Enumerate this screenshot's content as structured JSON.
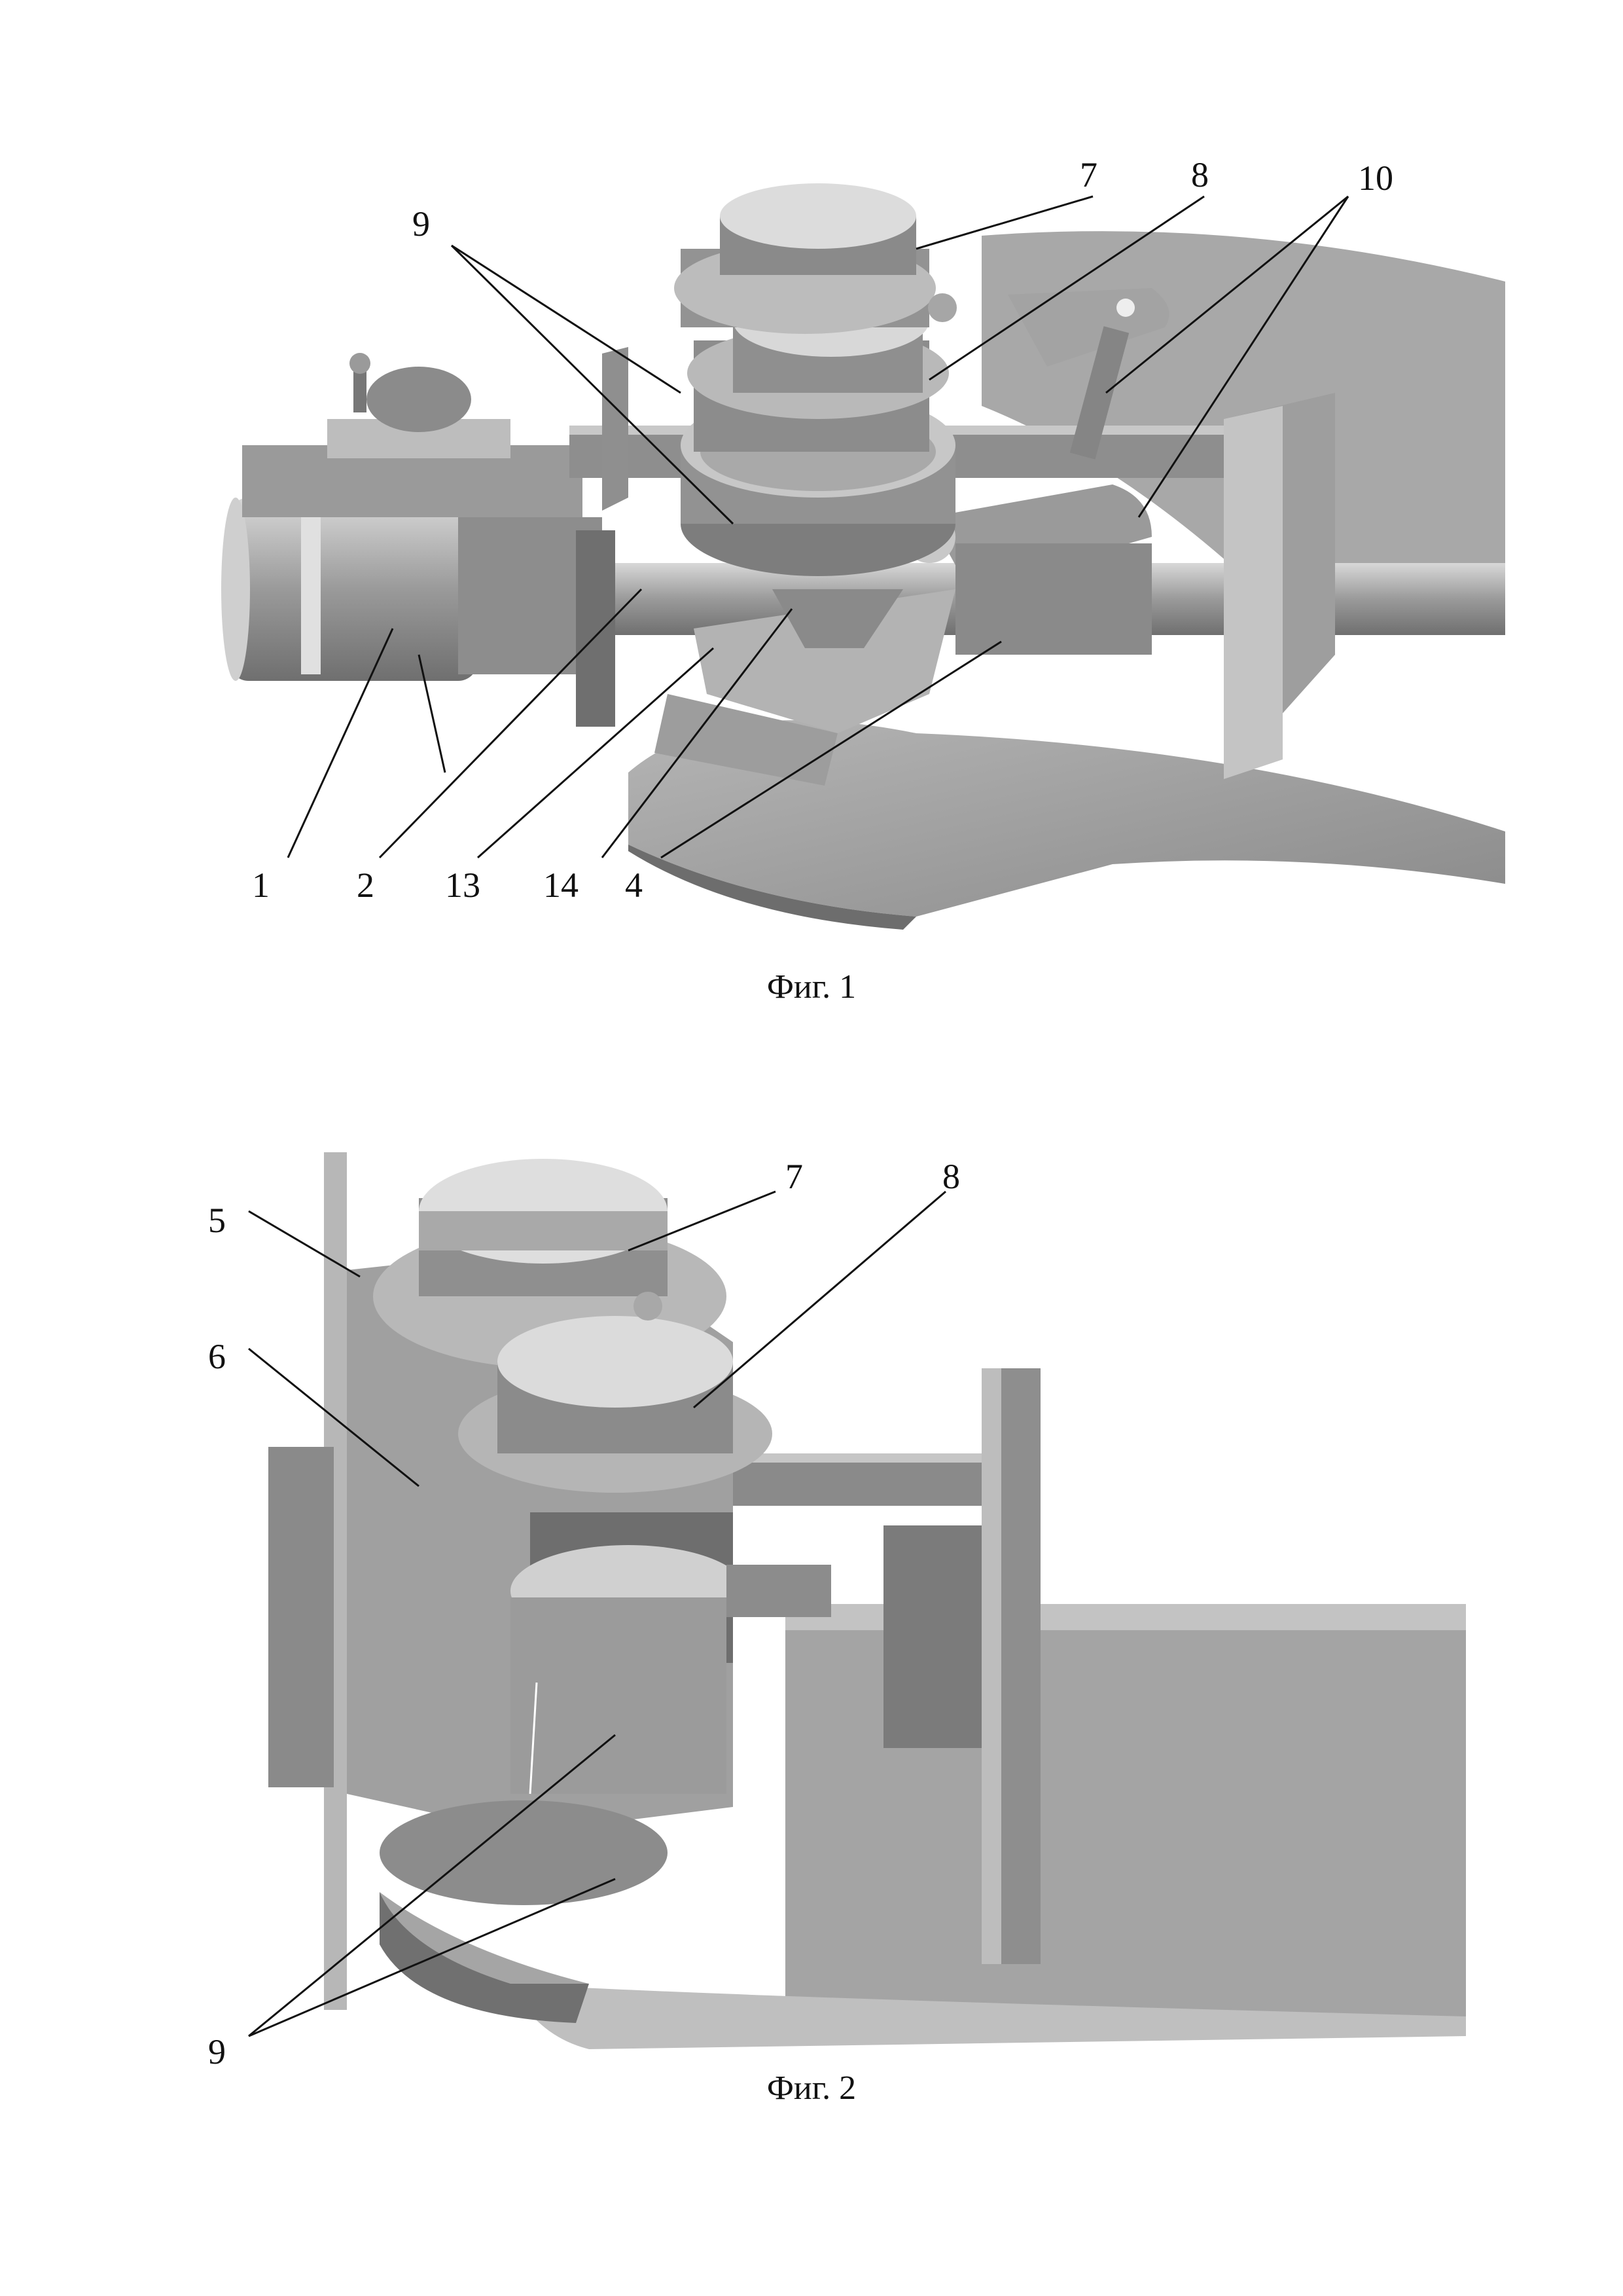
{
  "figures": [
    {
      "caption": "Фиг. 1",
      "labels": [
        "1",
        "2",
        "13",
        "14",
        "4",
        "9",
        "7",
        "8",
        "10"
      ]
    },
    {
      "caption": "Фиг. 2",
      "labels": [
        "5",
        "6",
        "7",
        "8",
        "9"
      ]
    }
  ]
}
